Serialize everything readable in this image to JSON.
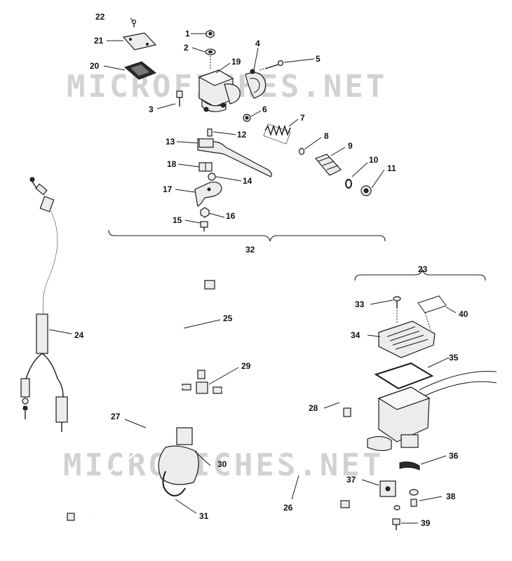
{
  "watermark": "MICROFICHES.NET",
  "callouts": {
    "c1": "1",
    "c2": "2",
    "c3": "3",
    "c4": "4",
    "c5": "5",
    "c6": "6",
    "c7": "7",
    "c8": "8",
    "c9": "9",
    "c10": "10",
    "c11": "11",
    "c12": "12",
    "c13": "13",
    "c14": "14",
    "c15": "15",
    "c16": "16",
    "c17": "17",
    "c18": "18",
    "c19": "19",
    "c20": "20",
    "c21": "21",
    "c22": "22",
    "c23": "23",
    "c24": "24",
    "c25": "25",
    "c26": "26",
    "c27": "27",
    "c28": "28",
    "c29": "29",
    "c30": "30",
    "c31": "31",
    "c32": "32",
    "c33": "33",
    "c34": "34",
    "c35": "35",
    "c36": "36",
    "c37": "37",
    "c38": "38",
    "c39": "39",
    "c40": "40"
  },
  "colors": {
    "line": "#1a1a1a",
    "watermark": "#d2d2d2",
    "background": "#ffffff"
  }
}
